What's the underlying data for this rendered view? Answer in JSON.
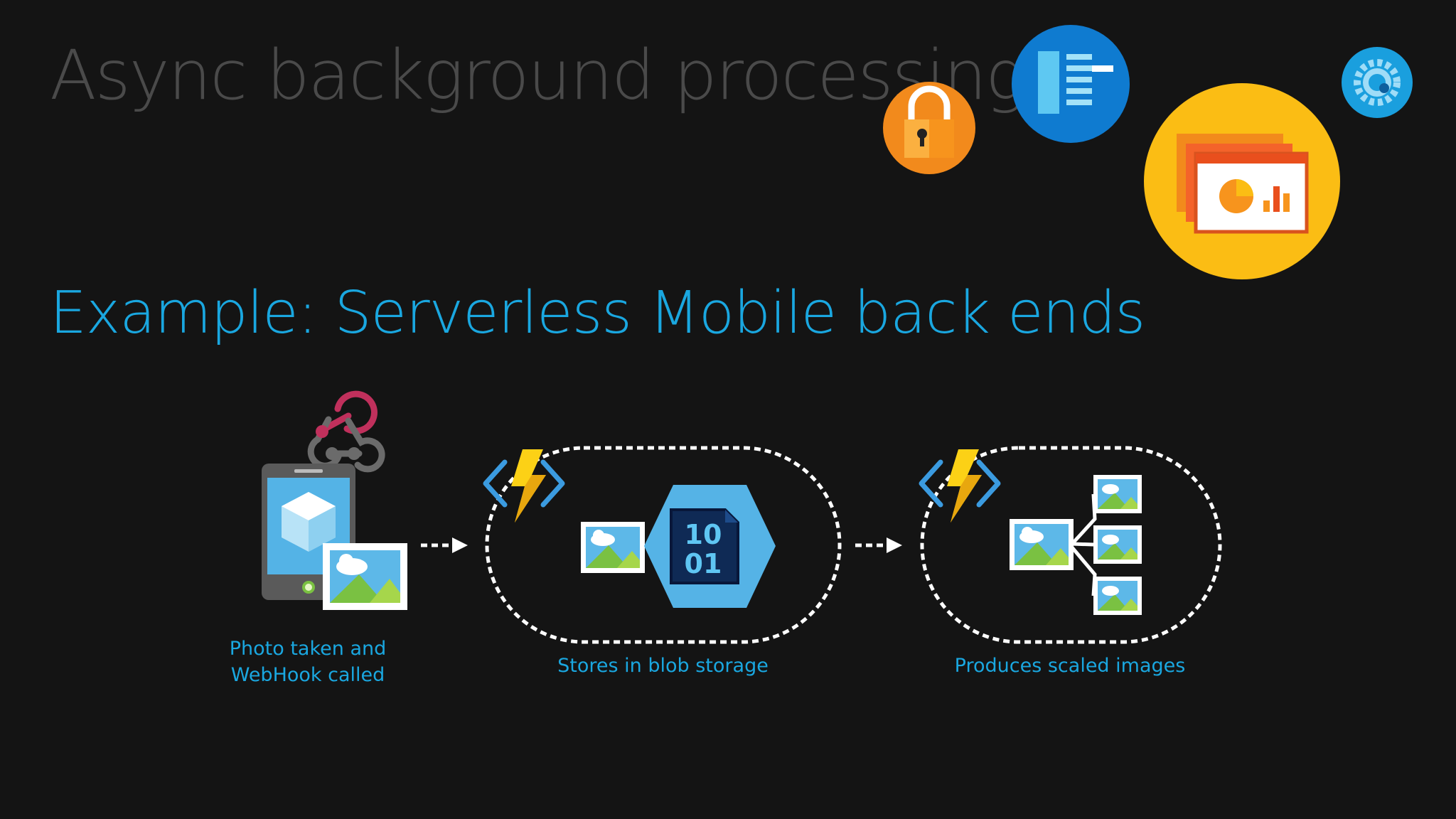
{
  "slide": {
    "title": "Async background processing",
    "subtitle": "Example: Serverless Mobile back ends"
  },
  "steps": [
    {
      "caption_lines": [
        "Photo taken and",
        "WebHook called"
      ]
    },
    {
      "caption": "Stores in blob storage",
      "blob_text_line1": "10",
      "blob_text_line2": "01"
    },
    {
      "caption": "Produces scaled images"
    }
  ],
  "icons": {
    "decorative": [
      "lock-icon",
      "server-list-icon",
      "dashboard-windows-icon",
      "gear-icon"
    ],
    "diagram": [
      "webhook-icon",
      "mobile-phone-icon",
      "photo-icon",
      "function-icon",
      "blob-storage-icon",
      "arrow-icon",
      "scaled-image-icon"
    ]
  },
  "colors": {
    "background": "#141414",
    "title": "#4a4a4a",
    "accent": "#1aa7e0",
    "function_yellow": "#fcd116",
    "function_blue": "#3b9be0",
    "lock_orange": "#f28a1c",
    "server_blue": "#0f7bd0",
    "dashboard_yellow": "#fbbd14",
    "gear_blue": "#1a9fde"
  }
}
